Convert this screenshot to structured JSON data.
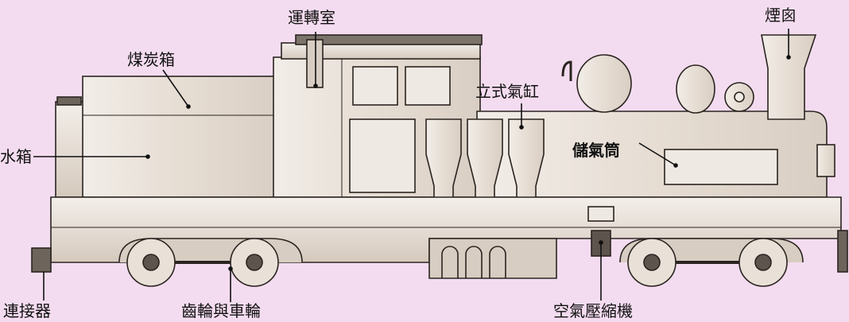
{
  "labels": {
    "cab": "運轉室",
    "chimney": "煙囪",
    "coal_bunker": "煤炭箱",
    "vertical_cylinders": "立式氣缸",
    "water_tank": "水箱",
    "steam_dome": "儲氣筒",
    "coupler": "連接器",
    "gear_wheels": "齒輪與車輪",
    "air_compressor": "空氣壓縮機"
  },
  "colors": {
    "background": "#f4dcf0",
    "body_fill": "#e9e1d8",
    "body_shade": "#d8cdc2",
    "outline": "#2a2420",
    "dark": "#3a332e"
  }
}
